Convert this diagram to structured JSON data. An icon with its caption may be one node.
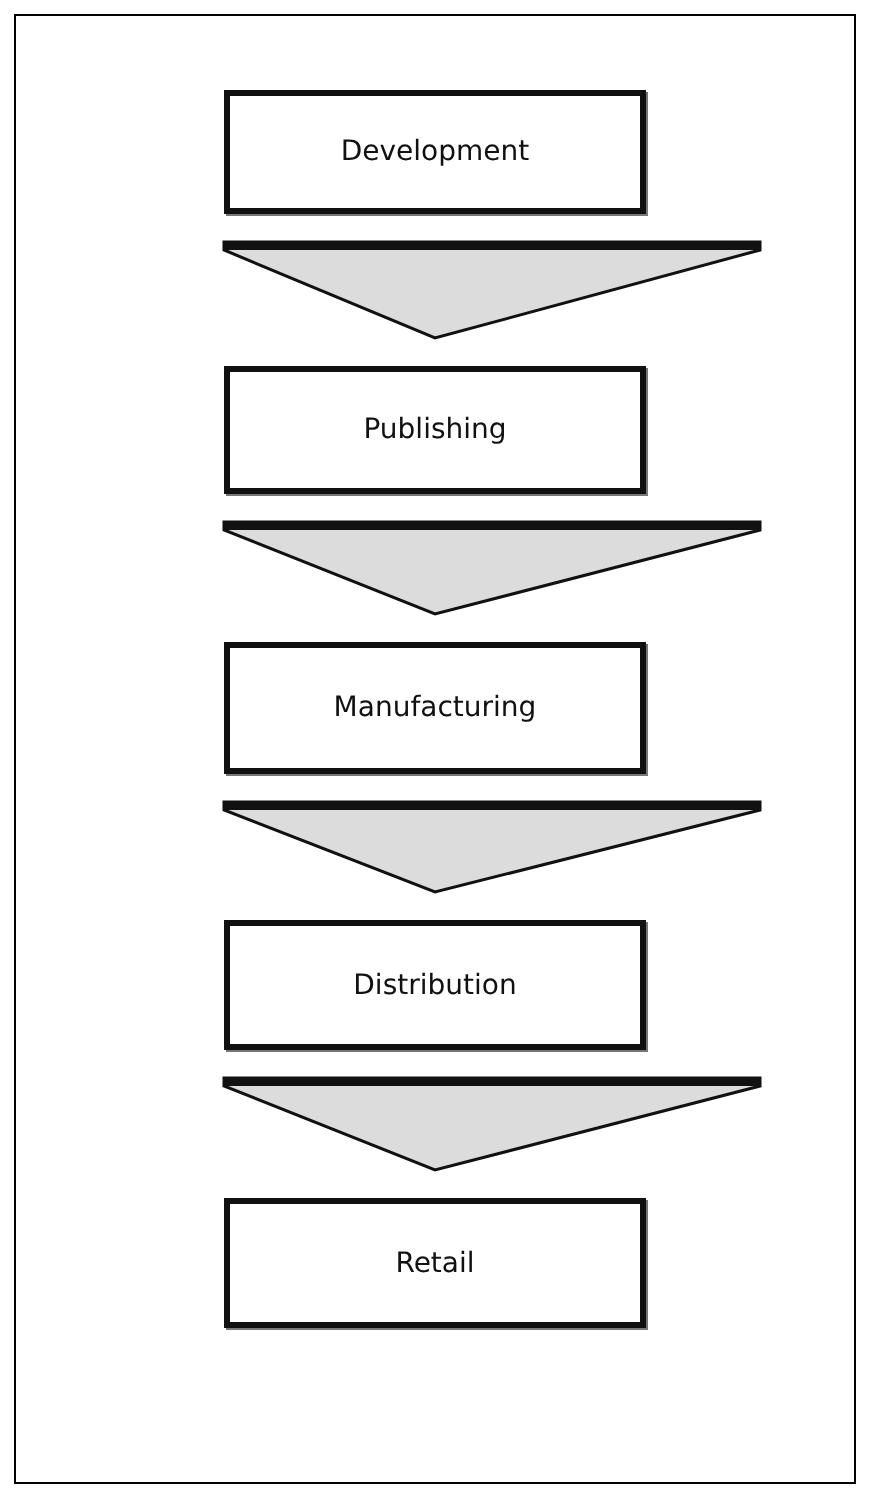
{
  "diagram": {
    "nodes": [
      {
        "text": [
          "Development"
        ]
      },
      {
        "text": [
          "Publishing"
        ]
      },
      {
        "text": [
          "Manufacturing"
        ]
      },
      {
        "text": [
          "Distribution"
        ]
      },
      {
        "text": [
          "Retail"
        ]
      }
    ],
    "edges": [
      {
        "from": 0,
        "to": 1,
        "arrow": "to"
      },
      {
        "from": 1,
        "to": 2,
        "arrow": "to"
      },
      {
        "from": 2,
        "to": 3,
        "arrow": "to"
      },
      {
        "from": 3,
        "to": 4,
        "arrow": "to"
      }
    ]
  }
}
